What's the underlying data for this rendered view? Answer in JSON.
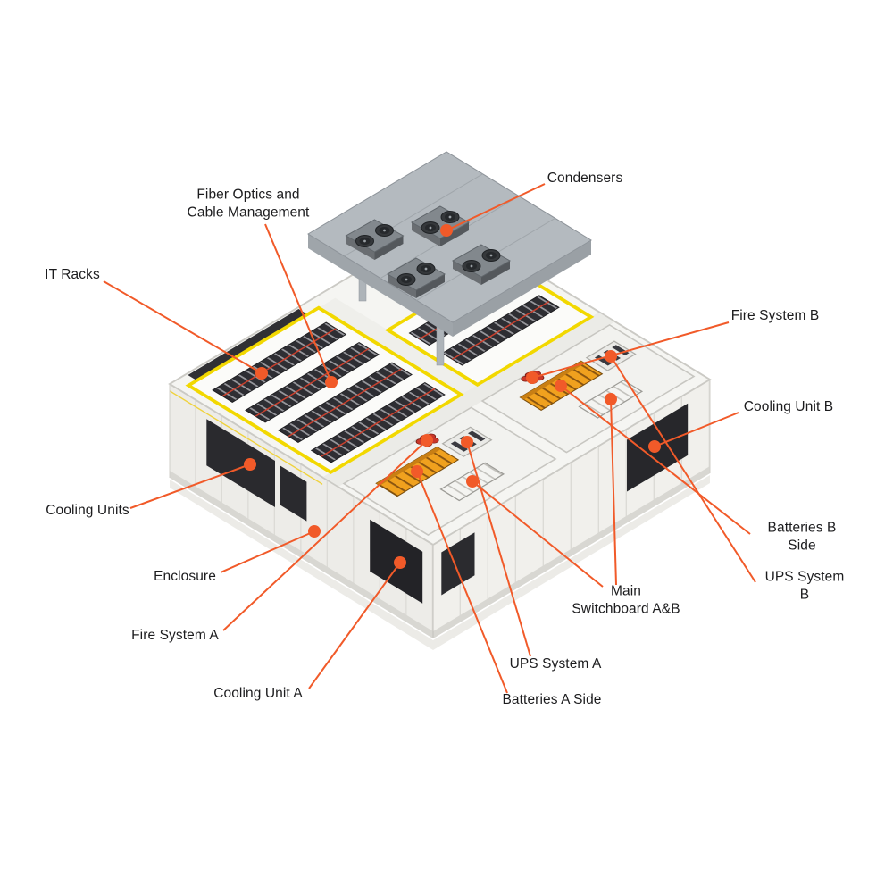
{
  "diagram": {
    "subject": "Modular data center cutaway, isometric labeled view",
    "callouts": {
      "condensers": {
        "label": "Condensers"
      },
      "fiber_optics": {
        "label": "Fiber Optics and\nCable Management"
      },
      "it_racks": {
        "label": "IT Racks"
      },
      "fire_system_b": {
        "label": "Fire System B"
      },
      "cooling_unit_b": {
        "label": "Cooling Unit B"
      },
      "batteries_b_side": {
        "label": "Batteries B Side"
      },
      "ups_system_b": {
        "label": "UPS System B"
      },
      "cooling_units": {
        "label": "Cooling Units"
      },
      "enclosure": {
        "label": "Enclosure"
      },
      "fire_system_a": {
        "label": "Fire System A"
      },
      "main_switchboard_ab": {
        "label": "Main\nSwitchboard A&B"
      },
      "ups_system_a": {
        "label": "UPS System A"
      },
      "cooling_unit_a": {
        "label": "Cooling Unit A"
      },
      "batteries_a_side": {
        "label": "Batteries A Side"
      }
    },
    "colors": {
      "accent_orange": "#F15A29",
      "label_text": "#1C1C1E",
      "containment_yellow": "#F2D800",
      "rack_dark": "#2E2E33",
      "battery_orange": "#F0A11E",
      "fire_red": "#C9372A",
      "condenser_deck_gray": "#B4BABF",
      "enclosure_white": "#F2F1ED"
    }
  }
}
